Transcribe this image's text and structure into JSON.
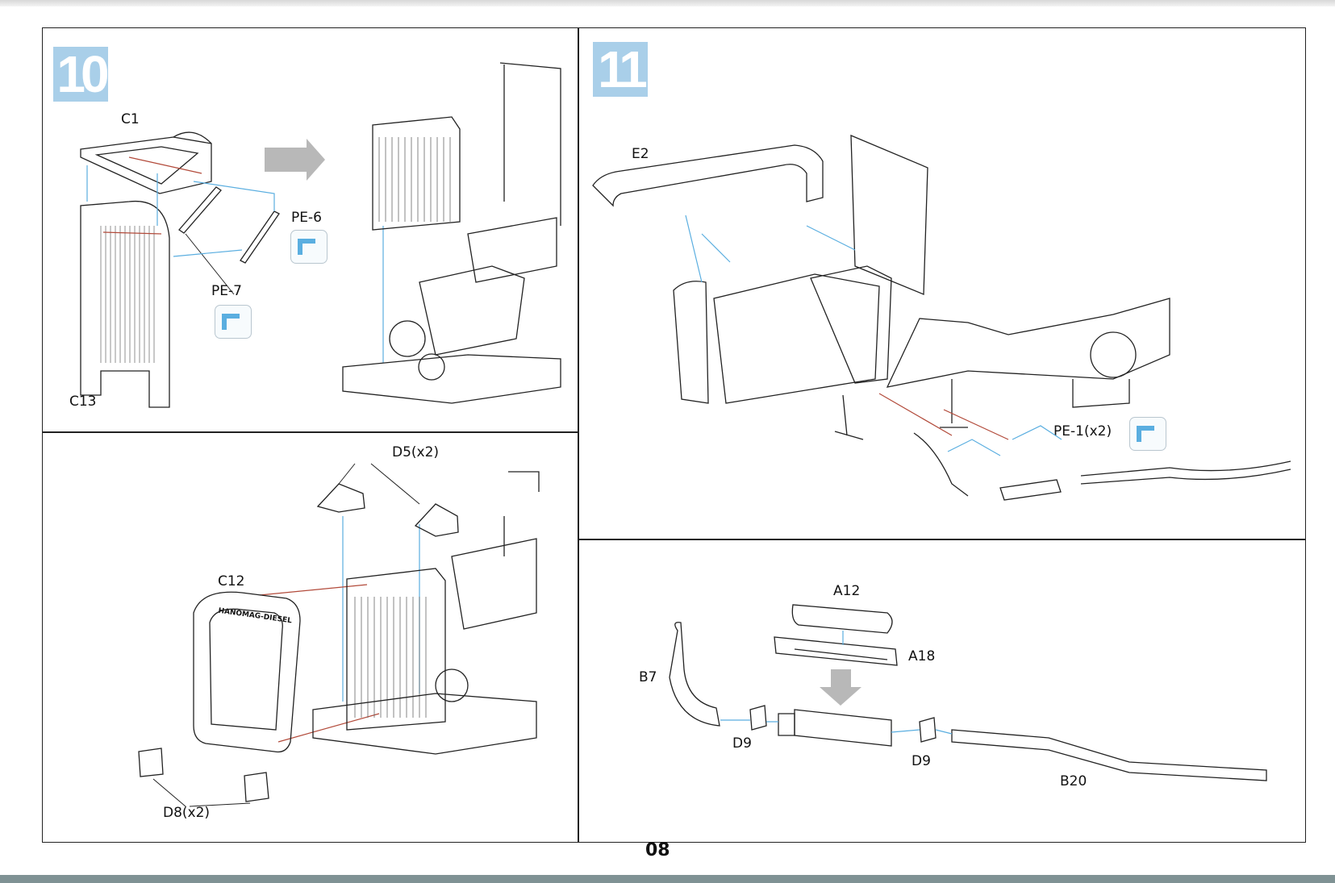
{
  "page": {
    "number": "08"
  },
  "steps": [
    {
      "number": "10",
      "parts": {
        "c1": "C1",
        "c13": "C13",
        "pe6": "PE-6",
        "pe7": "PE-7",
        "c12": "C12",
        "d5": "D5(x2)",
        "d8": "D8(x2)",
        "grille_text": "HANOMAG-DIESEL"
      },
      "icons": [
        "pe-bend-icon",
        "pe-bend-icon",
        "gray-right-arrow-icon"
      ]
    },
    {
      "number": "11",
      "parts": {
        "e2": "E2",
        "pe1": "PE-1(x2)",
        "a12": "A12",
        "a18": "A18",
        "b7": "B7",
        "d9_left": "D9",
        "d9_right": "D9",
        "b20": "B20"
      },
      "icons": [
        "pe-bend-icon",
        "gray-down-arrow-icon"
      ]
    }
  ],
  "colors": {
    "step_badge": "#a9cfe9",
    "guide_arrow_blue": "#5aaee0",
    "guide_arrow_red": "#b24a3a"
  }
}
